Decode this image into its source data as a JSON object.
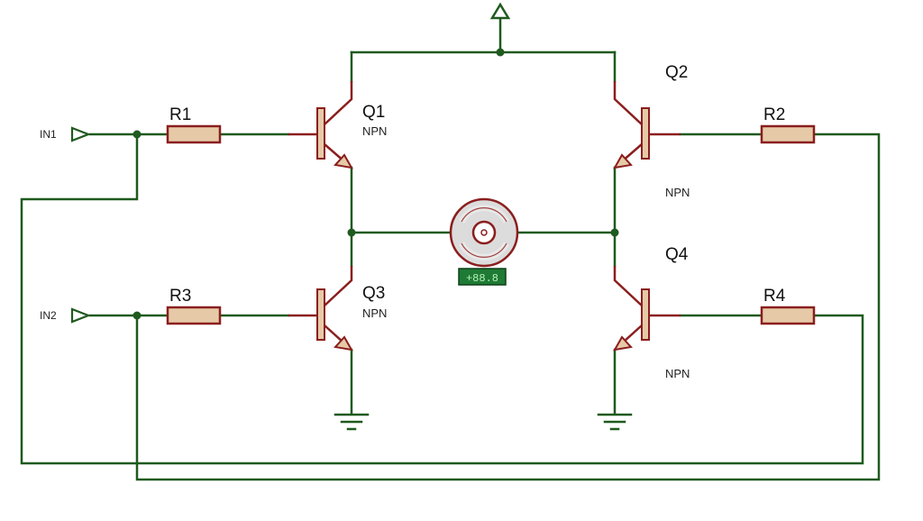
{
  "ports": {
    "in1": "IN1",
    "in2": "IN2"
  },
  "resistors": {
    "r1": "R1",
    "r2": "R2",
    "r3": "R3",
    "r4": "R4"
  },
  "transistors": {
    "q1": {
      "name": "Q1",
      "type": "NPN"
    },
    "q2": {
      "name": "Q2",
      "type": "NPN"
    },
    "q3": {
      "name": "Q3",
      "type": "NPN"
    },
    "q4": {
      "name": "Q4",
      "type": "NPN"
    }
  },
  "motor": {
    "readout": "+88.8"
  },
  "colors": {
    "wire": "#1f5a1f",
    "component_outline": "#8b1e1e",
    "resistor_fill": "#e6caa8",
    "motor_fill": "#dcdcdc",
    "readout_bg": "#1e7a35"
  }
}
